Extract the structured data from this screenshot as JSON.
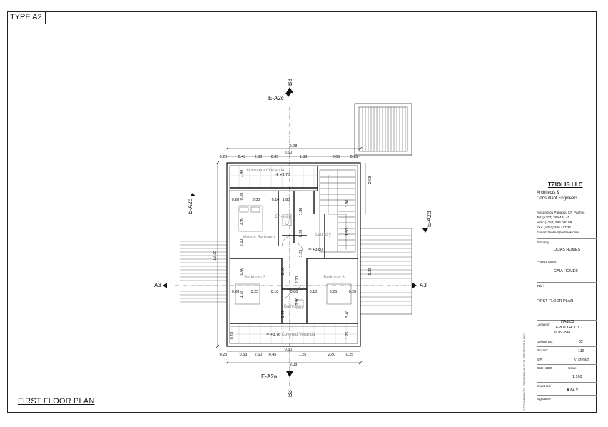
{
  "sheet": {
    "type_tag": "TYPE A2",
    "plan_title": "FIRST FLOOR PLAN"
  },
  "section_marks": {
    "b3_top": "B3",
    "b3_bottom": "B3",
    "a3_left": "A3",
    "a3_right": "A3",
    "ea2c": "E-A2c",
    "ea2a": "E-A2a",
    "ea2b": "E-A2b",
    "ea2d": "E-A2d"
  },
  "dimensions": {
    "overall_top": "9.08",
    "overall_bottom": "9.08",
    "center_top": "0.60",
    "center_bottom": "0.60",
    "top_chain": [
      "0.25",
      "0.43",
      "2.80",
      "0.35",
      "1.33",
      "3.05",
      "0.25"
    ],
    "bottom_chain": [
      "0.25",
      "0.53",
      "2.60",
      "0.45",
      "1.25",
      "2.80",
      "0.25"
    ],
    "inner_row_1": [
      "0.28",
      "3.30",
      "0.10",
      "1.80"
    ],
    "inner_row_2": [
      "0.28",
      "3.25",
      "0.10",
      "0.80",
      "0.10",
      "3.25",
      "0.28"
    ],
    "left_vertical": "12.38",
    "right_vertical": "2.08",
    "misc": [
      "1.48",
      "0.28",
      "3.90",
      "2.60",
      "0.60",
      "1.78",
      "1.30",
      "0.28",
      "1.25",
      "2.20",
      "2.90",
      "1.80",
      "1.50",
      "3.40",
      "1.25",
      "0.38",
      "0.18",
      "2.10",
      "0.75"
    ]
  },
  "rooms": {
    "uncovered_veranda": "Uncovered Veranda",
    "master_bedroom": "Master Bedroom",
    "ensuite": "En-suite",
    "laundry": "Laundry",
    "bedroom_2": "Bedroom 2",
    "bedroom_3": "Bedroom 3",
    "bathroom": "Bathroom",
    "covered_veranda": "Covered Veranda"
  },
  "levels": {
    "top_veranda": "+3.75",
    "landing": "+3.80",
    "bottom_veranda": "+3.76"
  },
  "title_block": {
    "firm": "TZIOLIS LLC",
    "subtitle_1": "Architects &",
    "subtitle_2": "Consultant Engineers",
    "address": "Alexandrou Papagou 57, Paphos",
    "tel": "Tel:    (+357) 269 444 45",
    "mob": "Mob:  (+357) 996 080 09",
    "fax": "Fax:   (+357) 269 427 35",
    "email": "E-mail:  tziolis-l@outlook.com",
    "property_label": "Property:",
    "property_value": "OLIAS HOMES",
    "project_label": "Project name:",
    "project_value": "GAIA HOMES",
    "title_label": "Title:",
    "title_value": "FIRST FLOOR PLAN",
    "location_label": "Location:",
    "location_value_1": "ΠΑΦΟΣ",
    "location_value_2": "ΓΕΡΟΣΚΗΠΟΥ - ΚΟΛΩΝΗ",
    "design_label": "Design No:",
    "design_value": "02",
    "plot_label": "Plot No:",
    "plot_value": "116",
    "sp_label": "S/P:",
    "sp_value": "51/20W2",
    "date_label": "Date:  2025",
    "scale_label": "Scale:",
    "scale_value": "1:100",
    "sheet_label": "Sheet No:",
    "sheet_value": "A.04.2",
    "signature_label": "Signature",
    "side_text": "Z:\\ZIOLIS\\PROJECTS - GEROSKIPOU\\PLOT 116 - FIRST FLOOR PLAN A2"
  }
}
